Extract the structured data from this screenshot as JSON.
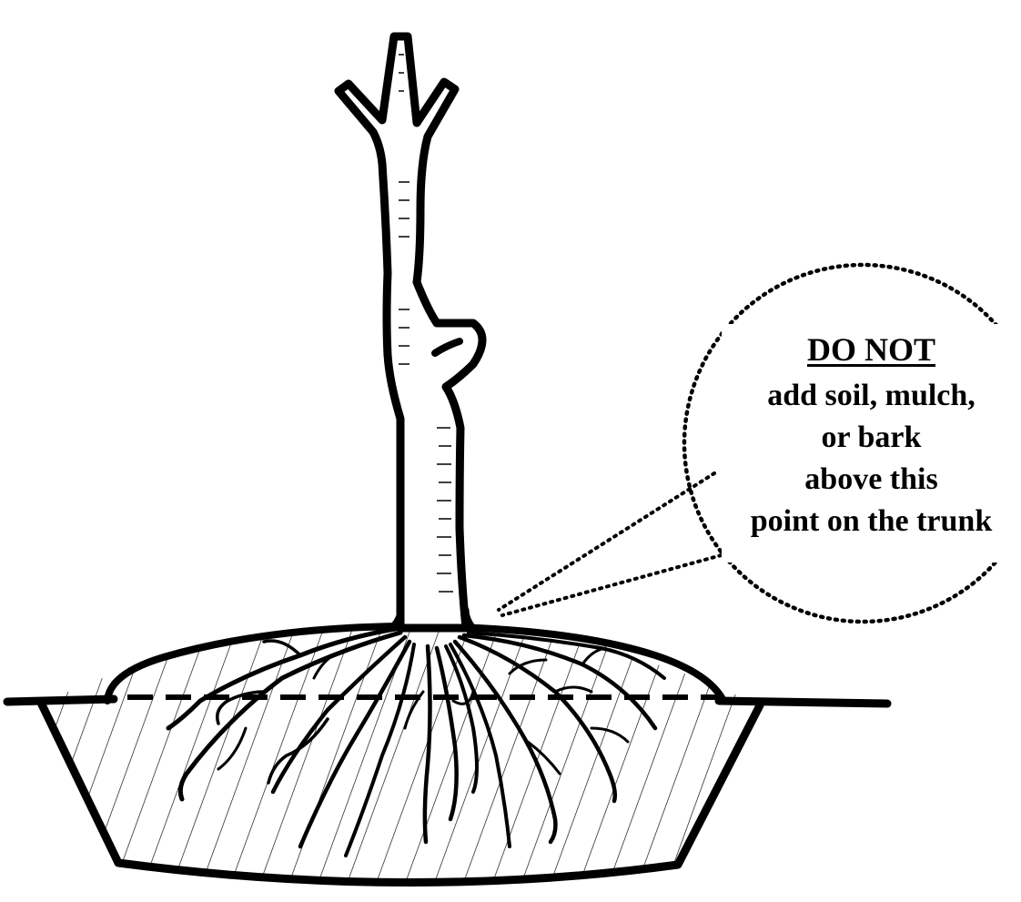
{
  "callout": {
    "heading": "DO NOT",
    "lines": [
      "add soil, mulch,",
      "or bark",
      "above this",
      "point on the trunk"
    ]
  },
  "colors": {
    "ink": "#000000",
    "background": "#ffffff"
  },
  "icons": {
    "tree": "sapling-trunk-icon",
    "roots": "root-system-icon",
    "planting_hole": "planting-hole-icon"
  }
}
